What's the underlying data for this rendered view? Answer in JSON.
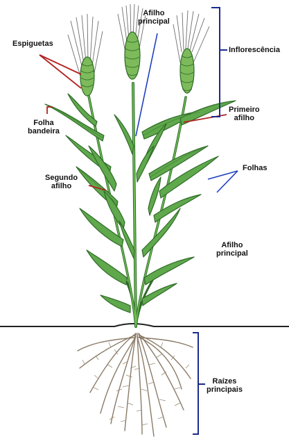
{
  "labels": {
    "afilho_principal_top": [
      "Afilho",
      "principal"
    ],
    "espiguetas": [
      "Espiguetas"
    ],
    "inflorescencia": [
      "Inflorescência"
    ],
    "folha_bandeira": [
      "Folha",
      "bandeira"
    ],
    "primeiro_afilho": [
      "Primeiro",
      "afilho"
    ],
    "folhas": [
      "Folhas"
    ],
    "segundo_afilho": [
      "Segundo",
      "afilho"
    ],
    "afilho_principal_mid": [
      "Afilho",
      "principal"
    ],
    "raizes_principais": [
      "Raízes",
      "principais"
    ]
  },
  "colors": {
    "leaf": "#5fa84c",
    "leaf_dark": "#2f6b28",
    "spike": "#7dba5a",
    "awn": "#6d6d6d",
    "root": "#8a7a66",
    "pointer_red": "#b22222",
    "pointer_blue": "#1f3fbf",
    "bracket_blue": "#1a2a8a",
    "ground": "#222222"
  }
}
